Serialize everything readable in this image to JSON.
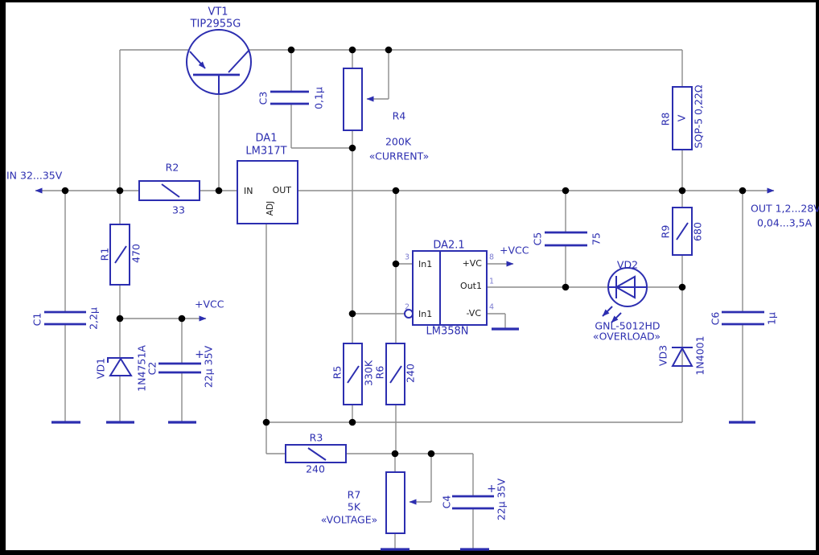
{
  "ports": {
    "input": "IN 32...35V",
    "output_voltage": "OUT 1,2...28V",
    "output_current": "0,04...3,5A",
    "vcc": "+VCC"
  },
  "components": {
    "vt1": {
      "ref": "VT1",
      "part": "TIP2955G"
    },
    "da1": {
      "ref": "DA1",
      "part": "LM317T",
      "pins": {
        "in": "IN",
        "out": "OUT",
        "adj": "ADJ"
      }
    },
    "da2": {
      "ref": "DA2.1",
      "part": "LM358N",
      "pins": {
        "in_p": "In1",
        "in_n": "In1",
        "v_plus": "+VC",
        "out": "Out1",
        "v_minus": "-VC"
      },
      "pin_numbers": {
        "in_p": "3",
        "in_n": "2",
        "v_plus": "8",
        "out": "1",
        "v_minus": "4"
      }
    },
    "r1": {
      "ref": "R1",
      "value": "470"
    },
    "r2": {
      "ref": "R2",
      "value": "33"
    },
    "r3": {
      "ref": "R3",
      "value": "240"
    },
    "r4": {
      "ref": "R4",
      "value": "200K",
      "function": "«CURRENT»"
    },
    "r5": {
      "ref": "R5",
      "value": "330K"
    },
    "r6": {
      "ref": "R6",
      "value": "240"
    },
    "r7": {
      "ref": "R7",
      "value": "5K",
      "function": "«VOLTAGE»"
    },
    "r8": {
      "ref": "R8",
      "value": "SQP-5 0,22Ω",
      "power_mark": "V"
    },
    "r9": {
      "ref": "R9",
      "value": "680"
    },
    "c1": {
      "ref": "C1",
      "value": "2,2µ"
    },
    "c2": {
      "ref": "C2",
      "value": "22µ 35V",
      "polarity": "+"
    },
    "c3": {
      "ref": "C3",
      "value": "0,1µ"
    },
    "c4": {
      "ref": "C4",
      "value": "22µ 35V",
      "polarity": "+"
    },
    "c5": {
      "ref": "C5",
      "value": "75"
    },
    "c6": {
      "ref": "C6",
      "value": "1µ"
    },
    "vd1": {
      "ref": "VD1",
      "part": "1N4751A"
    },
    "vd2": {
      "ref": "VD2",
      "part": "GNL-5012HD",
      "function": "«OVERLOAD»"
    },
    "vd3": {
      "ref": "VD3",
      "part": "1N4001"
    }
  },
  "colors": {
    "accent": "#2c2eb0",
    "wire": "#8c8c8c",
    "junction": "#000000",
    "pin_number": "#7b7bd0",
    "pin_text": "#1a1a1a",
    "canvas": "#ffffff",
    "frame": "#000000"
  }
}
